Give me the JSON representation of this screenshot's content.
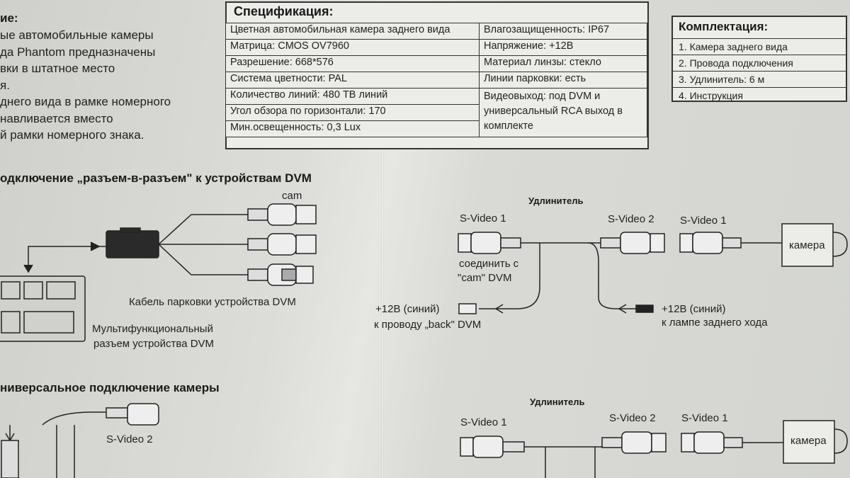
{
  "intro": {
    "heading": "ие:",
    "lines": [
      "ые автомобильные камеры",
      "да Phantom предназначены",
      "вки в штатное место",
      "я.",
      "днего вида в рамке номерного",
      "навливается вместо",
      "й рамки номерного знака."
    ]
  },
  "spec": {
    "title": "Спецификация:",
    "left": [
      "Цветная автомобильная камера заднего вида",
      "Матрица: CMOS OV7960",
      "Разрешение: 668*576",
      "Система цветности: PAL",
      "Количество линий: 480 ТВ линий",
      "Угол обзора по горизонтали: 170",
      "Мин.освещенность: 0,3 Lux"
    ],
    "right": [
      "Влагозащищенность: IP67",
      "Напряжение: +12В",
      "Материал линзы: стекло",
      "Линии парковки: есть",
      "Видеовыход: под DVM и",
      "универсальный RCA выход в",
      "комплекте"
    ]
  },
  "komplekt": {
    "title": "Комплектация:",
    "items": [
      "1. Камера заднего вида",
      "2. Провода подключения",
      "3. Удлинитель: 6 м",
      "4. Инструкция"
    ]
  },
  "section1": {
    "heading": "одключение „разъем-в-разъем\" к устройствам DVM",
    "cam": "cam",
    "cable": "Кабель парковки устройства DVM",
    "multi1": "Мультифункциональный",
    "multi2": "разъем устройства DVM"
  },
  "diagram1": {
    "title": "Удлинитель",
    "sv1": "S-Video 1",
    "sv2": "S-Video 2",
    "sv1b": "S-Video 1",
    "camera": "камера",
    "connect1": "соединить с",
    "connect2": "\"cam\" DVM",
    "back1": "+12В (синий)",
    "back2": "к проводу „back\" DVM",
    "lamp1": "+12В (синий)",
    "lamp2": "к лампе заднего хода"
  },
  "section2": {
    "heading": "ниверсальное подключение камеры",
    "sv2": "S-Video 2"
  },
  "diagram2": {
    "title": "Удлинитель",
    "sv1": "S-Video 1",
    "sv2": "S-Video 2",
    "sv1b": "S-Video 1",
    "camera": "камера"
  }
}
